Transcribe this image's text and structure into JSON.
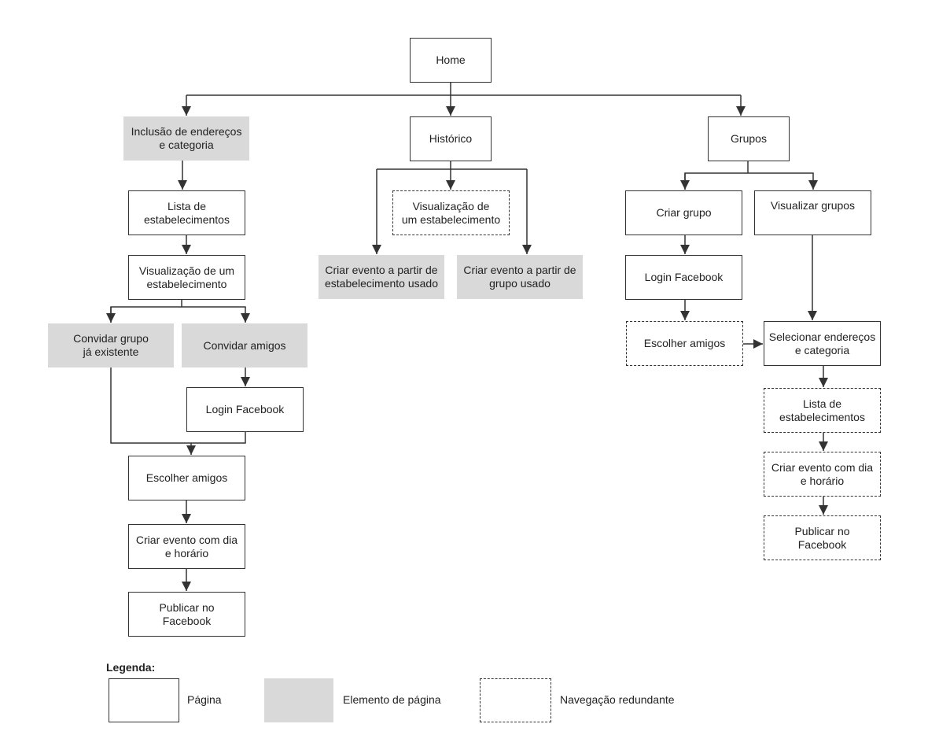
{
  "nodes": {
    "home": {
      "label": "Home",
      "kind": "page"
    },
    "inclusao": {
      "label": "Inclusão de endereços\ne categoria",
      "kind": "element"
    },
    "historico": {
      "label": "Histórico",
      "kind": "page"
    },
    "grupos": {
      "label": "Grupos",
      "kind": "page"
    },
    "lista1": {
      "label": "Lista de\nestabelecimentos",
      "kind": "page"
    },
    "visu1": {
      "label": "Visualização de um\nestabelecimento",
      "kind": "page"
    },
    "convidar_grupo": {
      "label": "Convidar grupo\njá existente",
      "kind": "element"
    },
    "convidar_amigos": {
      "label": "Convidar amigos",
      "kind": "element"
    },
    "login1": {
      "label": "Login Facebook",
      "kind": "page"
    },
    "escolher1": {
      "label": "Escolher amigos",
      "kind": "page"
    },
    "criar_evento1": {
      "label": "Criar evento com dia\ne horário",
      "kind": "page"
    },
    "publicar1": {
      "label": "Publicar no\nFacebook",
      "kind": "page"
    },
    "visu_hist": {
      "label": "Visualização de\num estabelecimento",
      "kind": "redundant"
    },
    "criar_estab": {
      "label": "Criar evento a partir de\nestabelecimento usado",
      "kind": "element"
    },
    "criar_grupo_usado": {
      "label": "Criar evento a partir de\ngrupo usado",
      "kind": "element"
    },
    "criar_grupo": {
      "label": "Criar grupo",
      "kind": "page"
    },
    "visualizar_grupos": {
      "label": "Visualizar grupos",
      "kind": "page"
    },
    "login2": {
      "label": "Login Facebook",
      "kind": "page"
    },
    "escolher2": {
      "label": "Escolher amigos",
      "kind": "redundant"
    },
    "selecionar": {
      "label": "Selecionar endereços\ne categoria",
      "kind": "page"
    },
    "lista2": {
      "label": "Lista de\nestabelecimentos",
      "kind": "redundant"
    },
    "criar_evento2": {
      "label": "Criar evento com dia\ne horário",
      "kind": "redundant"
    },
    "publicar2": {
      "label": "Publicar no\nFacebook",
      "kind": "redundant"
    }
  },
  "edges": [
    [
      "home",
      "inclusao"
    ],
    [
      "home",
      "historico"
    ],
    [
      "home",
      "grupos"
    ],
    [
      "inclusao",
      "lista1"
    ],
    [
      "lista1",
      "visu1"
    ],
    [
      "visu1",
      "convidar_grupo"
    ],
    [
      "visu1",
      "convidar_amigos"
    ],
    [
      "convidar_amigos",
      "login1"
    ],
    [
      "convidar_grupo",
      "escolher1"
    ],
    [
      "login1",
      "escolher1"
    ],
    [
      "escolher1",
      "criar_evento1"
    ],
    [
      "criar_evento1",
      "publicar1"
    ],
    [
      "historico",
      "visu_hist"
    ],
    [
      "historico",
      "criar_estab"
    ],
    [
      "historico",
      "criar_grupo_usado"
    ],
    [
      "grupos",
      "criar_grupo"
    ],
    [
      "grupos",
      "visualizar_grupos"
    ],
    [
      "criar_grupo",
      "login2"
    ],
    [
      "login2",
      "escolher2"
    ],
    [
      "escolher2",
      "selecionar"
    ],
    [
      "visualizar_grupos",
      "selecionar"
    ],
    [
      "selecionar",
      "lista2"
    ],
    [
      "lista2",
      "criar_evento2"
    ],
    [
      "criar_evento2",
      "publicar2"
    ]
  ],
  "legend": {
    "title": "Legenda:",
    "items": [
      {
        "label": "Página",
        "kind": "page"
      },
      {
        "label": "Elemento de página",
        "kind": "element"
      },
      {
        "label": "Navegação redundante",
        "kind": "redundant"
      }
    ]
  },
  "colors": {
    "line": "#333333",
    "element_fill": "#d9d9d9",
    "text": "#222222"
  }
}
